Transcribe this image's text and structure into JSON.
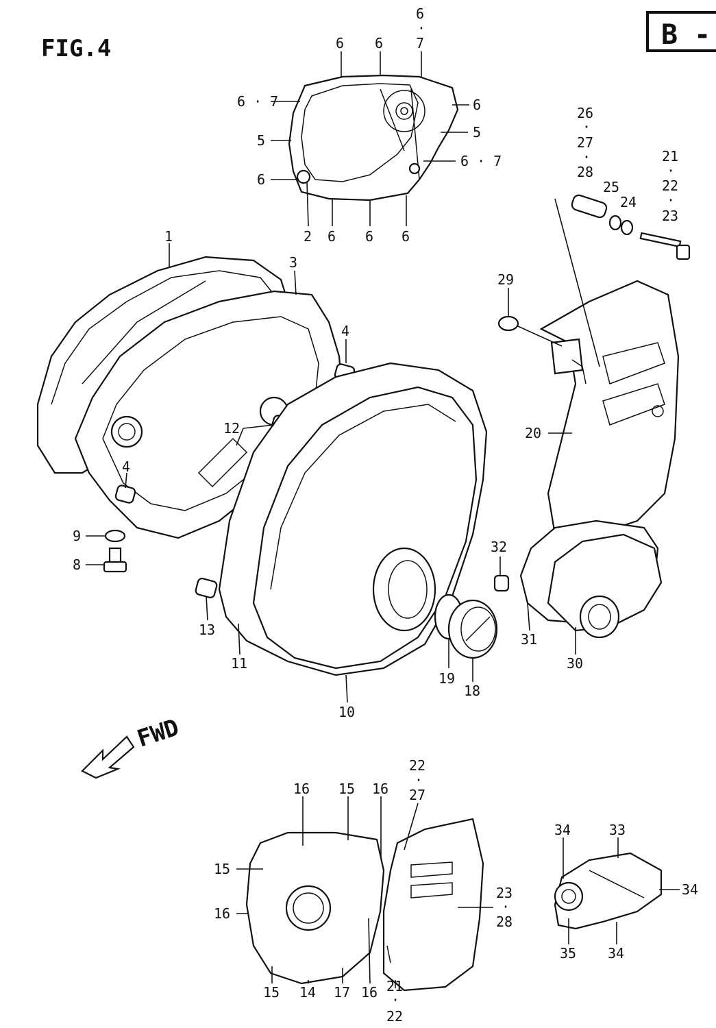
{
  "figure": {
    "title": "FIG.4",
    "section_badge": "B -",
    "direction_label": "FWD"
  },
  "callouts": {
    "top_cover": {
      "c1": "6",
      "c2": "6",
      "c3": "6",
      "c3_dot": "·",
      "c3b": "7",
      "c4": "6 · 7",
      "c5": "6",
      "c6": "5",
      "c7": "5",
      "c8": "6 · 7",
      "c9": "6",
      "c10": "2",
      "c11": "6",
      "c12": "6",
      "c13": "6"
    },
    "main": {
      "p1": "1",
      "p3": "3",
      "p4a": "4",
      "p4b": "4",
      "p12": "12",
      "p9": "9",
      "p8": "8",
      "p13": "13",
      "p11": "11",
      "p10": "10",
      "p19": "19",
      "p18": "18"
    },
    "right_guard": {
      "p26": "26",
      "d1": "·",
      "p27": "27",
      "d2": "·",
      "p28": "28",
      "p21": "21",
      "d3": "·",
      "p22": "22",
      "d4": "·",
      "p23": "23",
      "p25": "25",
      "p24": "24",
      "p29": "29",
      "p20": "20",
      "p32": "32",
      "p31": "31",
      "p30": "30"
    },
    "bottom_left": {
      "p22": "22",
      "d1": "·",
      "p27": "27",
      "p16a": "16",
      "p15a": "15",
      "p16b": "16",
      "p15b": "15",
      "p16c": "16",
      "p23": "23",
      "d2": "·",
      "p28": "28",
      "p15c": "15",
      "p14": "14",
      "p17": "17",
      "p16d": "16",
      "p21": "21",
      "d3": "·",
      "p22b": "22"
    },
    "bottom_right": {
      "p34a": "34",
      "p33": "33",
      "p34b": "34",
      "p35": "35",
      "p34c": "34"
    }
  }
}
